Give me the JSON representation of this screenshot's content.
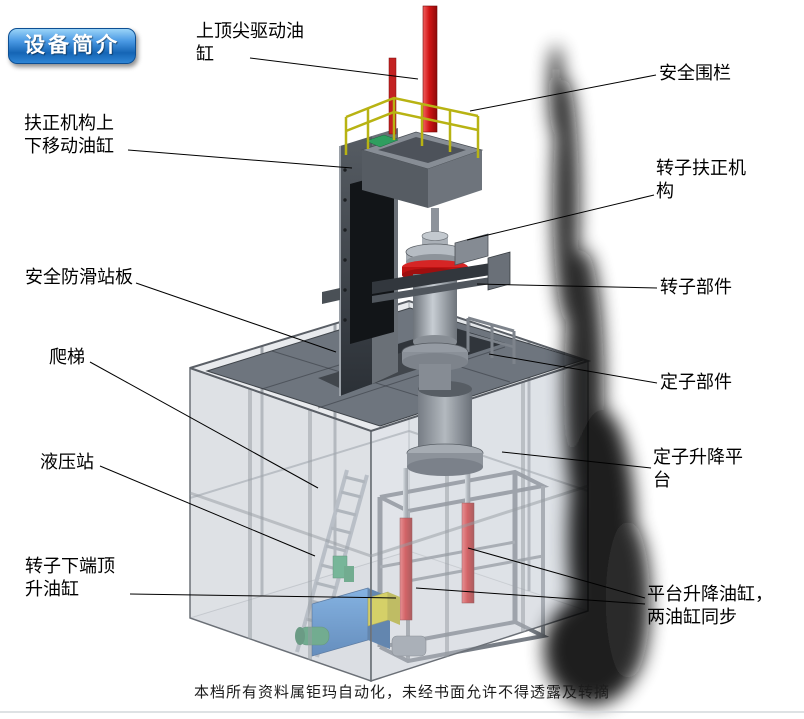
{
  "badge": {
    "label": "设备简介"
  },
  "callouts": [
    {
      "id": "top-drive-cylinder",
      "text": "上顶尖驱动油缸"
    },
    {
      "id": "safety-fence",
      "text": "安全围栏"
    },
    {
      "id": "centering-move-cylinder",
      "text": "扶正机构上下移动油缸"
    },
    {
      "id": "rotor-centering-mechanism",
      "text": "转子扶正机构"
    },
    {
      "id": "antislip-standing-board",
      "text": "安全防滑站板"
    },
    {
      "id": "rotor-component",
      "text": "转子部件"
    },
    {
      "id": "ladder",
      "text": "爬梯"
    },
    {
      "id": "stator-component",
      "text": "定子部件"
    },
    {
      "id": "hydraulic-station",
      "text": "液压站"
    },
    {
      "id": "stator-lifting-platform",
      "text": "定子升降平台"
    },
    {
      "id": "rotor-bottom-jacking-cylinder",
      "text": "转子下端顶升油缸"
    },
    {
      "id": "platform-lifting-cylinders",
      "text": "平台升降油缸，两油缸同步"
    }
  ],
  "footer": {
    "watermark": "本档所有资料属钜玛自动化，未经书面允许不得透露及转摘"
  },
  "colors": {
    "badge_blue": "#2f86d6",
    "oil_cylinder_red": "#c01212",
    "railing_yellow": "#b8b313",
    "hydraulic_blue": "#2a6fc0",
    "machine_gray": "#8a9097"
  }
}
